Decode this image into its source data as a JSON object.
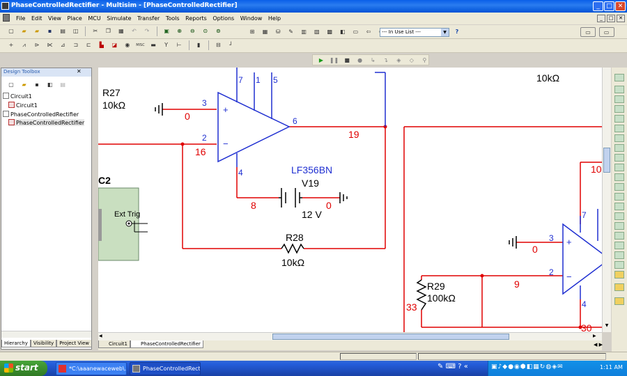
{
  "window": {
    "title": "PhaseControlledRectifier - Multisim - [PhaseControlledRectifier]",
    "min": "_",
    "max": "□",
    "close": "✕"
  },
  "menu": [
    "File",
    "Edit",
    "View",
    "Place",
    "MCU",
    "Simulate",
    "Transfer",
    "Tools",
    "Reports",
    "Options",
    "Window",
    "Help"
  ],
  "toolbar": {
    "in_use_list": "--- In Use List ---"
  },
  "design_toolbox": {
    "title": "Design Toolbox",
    "tree": [
      "Circuit1",
      "Circuit1",
      "PhaseControlledRectifier",
      "PhaseControlledRectifier"
    ],
    "tabs": [
      "Hierarchy",
      "Visibility",
      "Project View"
    ]
  },
  "schematic": {
    "r27_ref": "R27",
    "r27_val": "10kΩ",
    "top_val": "10kΩ",
    "opamp1": {
      "pin_top": [
        "7",
        "1",
        "5"
      ],
      "pin_plus": "3",
      "pin_minus": "2",
      "pin_out": "6",
      "pin_bottom": "4",
      "plus": "+",
      "minus": "−",
      "model": "LF356BN"
    },
    "nets": {
      "n0a": "0",
      "n16": "16",
      "n19": "19",
      "n8": "8",
      "n0b": "0",
      "n10": "10",
      "n0c": "0",
      "n9": "9",
      "n33": "33",
      "n30": "30"
    },
    "v19_ref": "V19",
    "v19_val": "12 V",
    "xsc2_ref": "C2",
    "xsc2_label": "Ext Trig",
    "r28_ref": "R28",
    "r28_val": "10kΩ",
    "r29_ref": "R29",
    "r29_val": "100kΩ",
    "opamp2": {
      "pin_top": "7",
      "pin_plus": "3",
      "pin_minus": "2",
      "pin_bottom": "4",
      "plus": "+",
      "minus": "−"
    }
  },
  "sheet_tabs": [
    "Circuit1",
    "PhaseControlledRectifier"
  ],
  "taskbar": {
    "start": "start",
    "items": [
      "*C:\\aaanewaceweb\\...",
      "PhaseControlledRecti..."
    ],
    "clock": "1:11 AM"
  },
  "colors": {
    "wire": "#e00000",
    "component": "#1f2fd1",
    "ground": "#000000"
  }
}
